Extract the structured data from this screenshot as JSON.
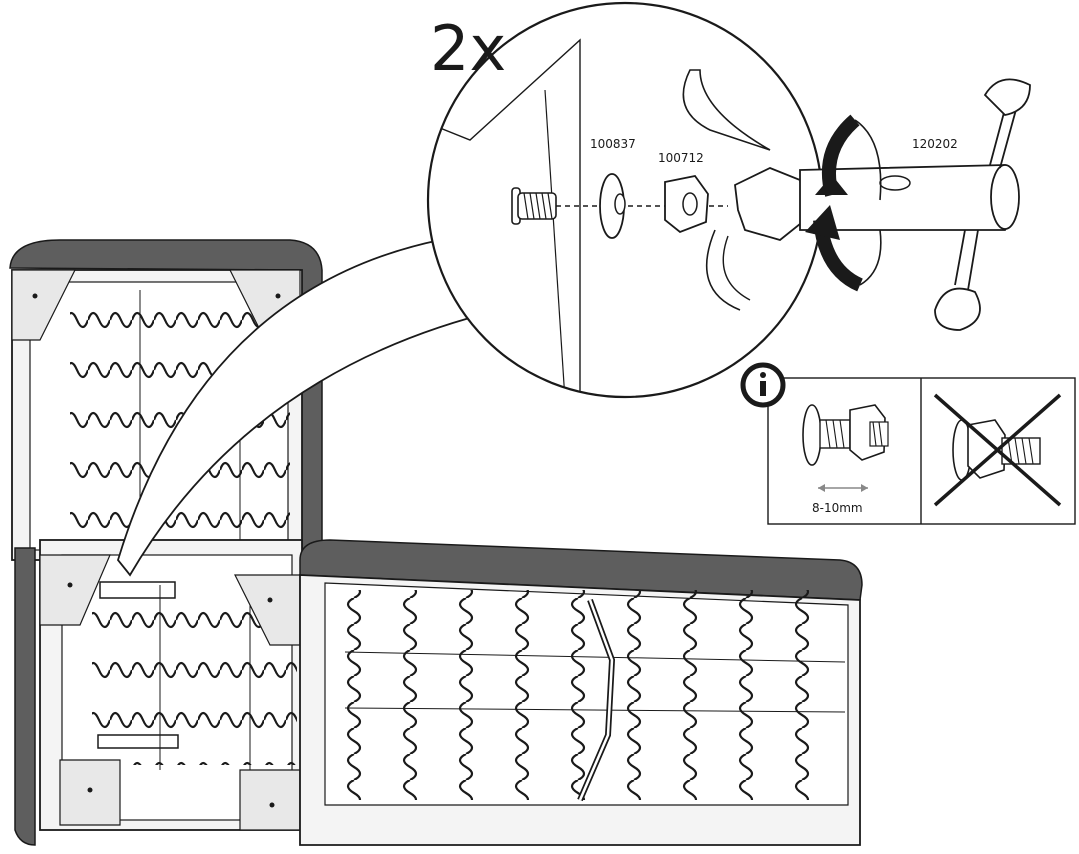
{
  "instruction": {
    "quantity": "2x"
  },
  "parts": [
    {
      "id": "100837"
    },
    {
      "id": "100712"
    },
    {
      "id": "120202"
    }
  ],
  "info_panel": {
    "icon": "info-icon",
    "measurement": "8-10mm",
    "correct_icon": "bolt-correct-icon",
    "incorrect_icon": "bolt-incorrect-crossed-icon"
  },
  "colors": {
    "line": "#1a1a1a",
    "upholstery": "#5e5e5e",
    "frame_fill": "#f2f2f2"
  }
}
